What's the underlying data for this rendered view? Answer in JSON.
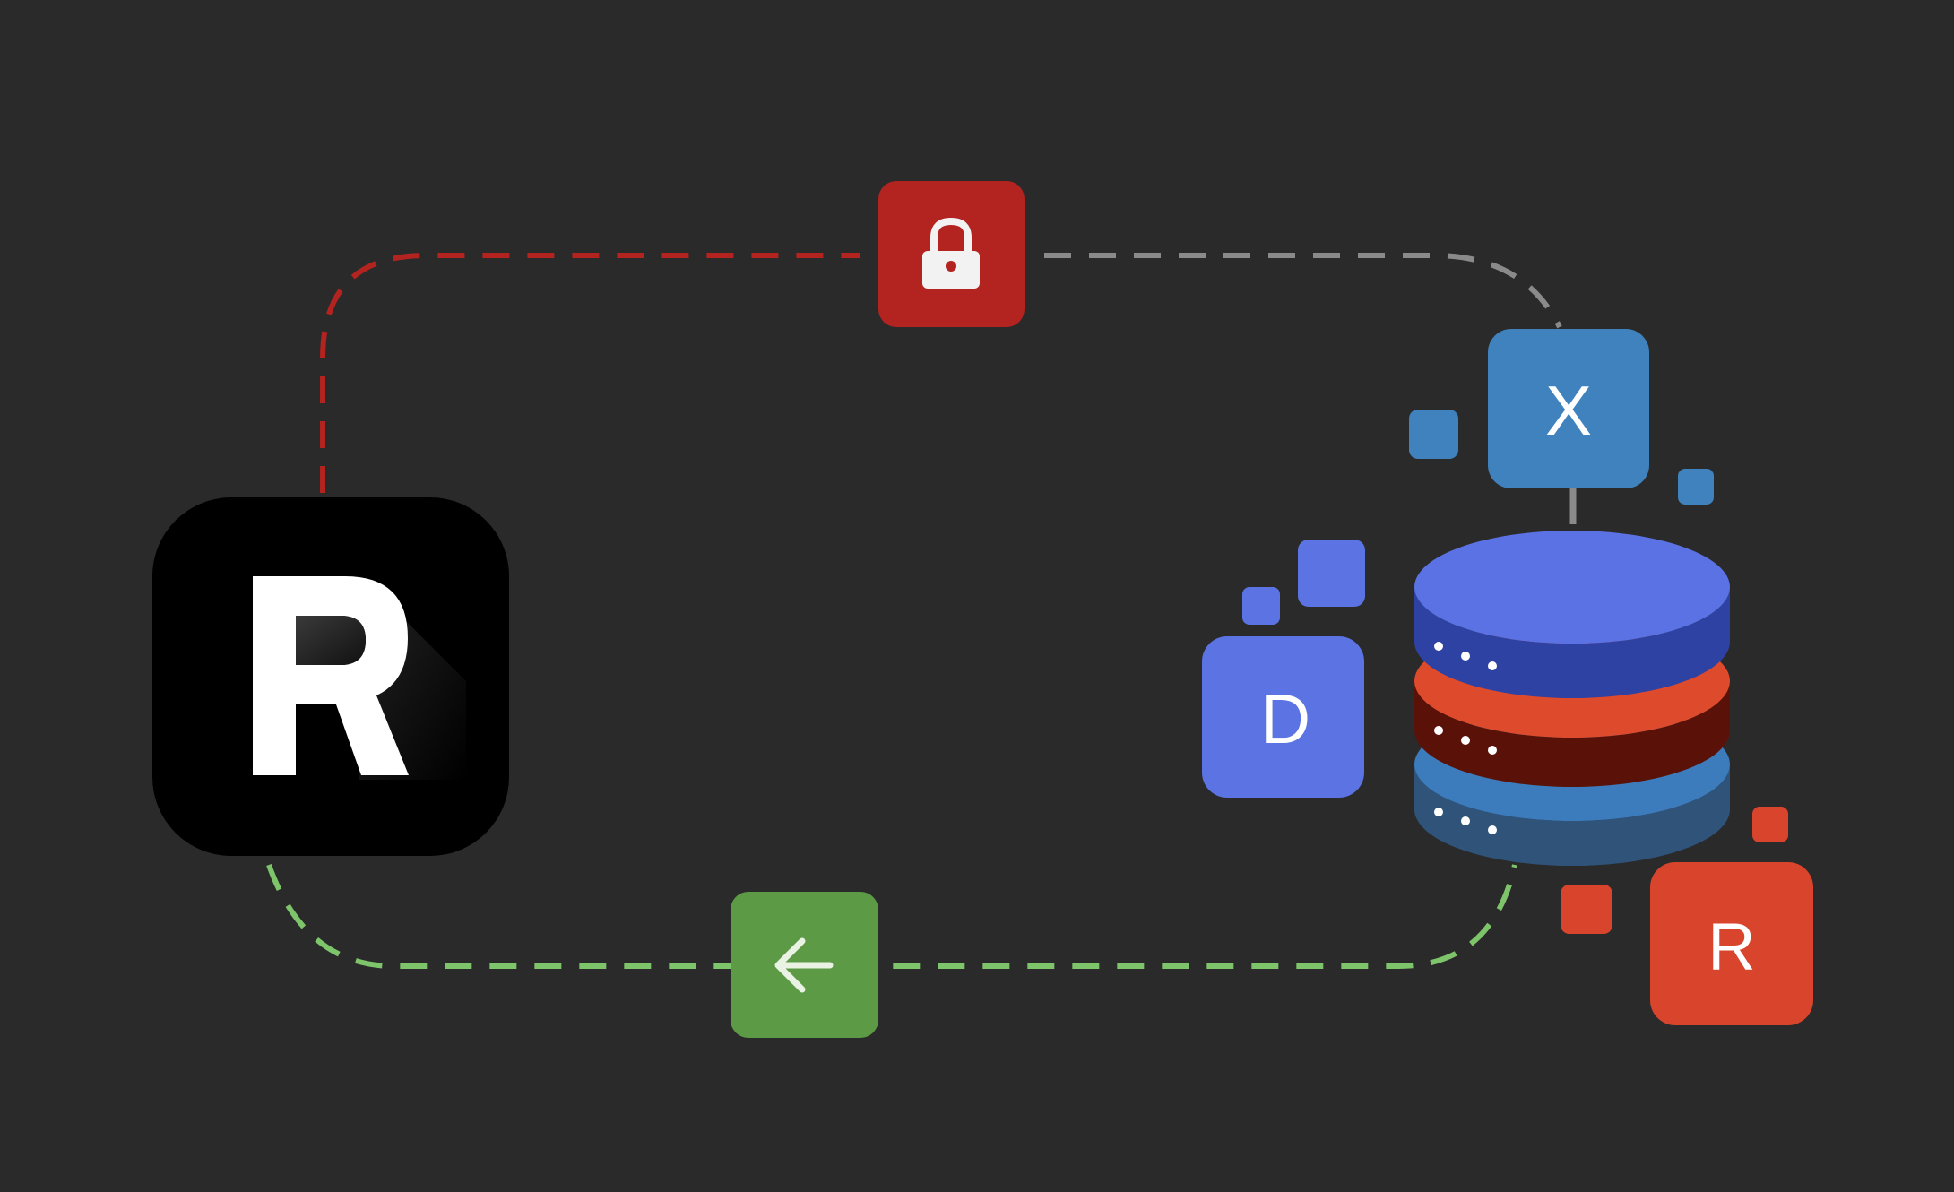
{
  "app_icon": {
    "letter": "R",
    "icon": "app-logo-icon"
  },
  "badges": {
    "x": {
      "letter": "X",
      "color": "#3f82bd"
    },
    "d": {
      "letter": "D",
      "color": "#5c74e3"
    },
    "r": {
      "letter": "R",
      "color": "#d9452c"
    }
  },
  "connectors": {
    "top_icon": "lock-icon",
    "top_color": "#b3231f",
    "bottom_icon": "arrow-left-icon",
    "bottom_color": "#5d9a45"
  },
  "database": {
    "icon": "database-icon",
    "layers": [
      {
        "top": "#5a72e4",
        "side": "#2e42a3"
      },
      {
        "top": "#de4a2c",
        "side": "#5a1208"
      },
      {
        "top": "#3c7cbc",
        "side": "#2a4a6e"
      }
    ]
  },
  "path_colors": {
    "secure": "#b3231f",
    "neutral": "#8a8a8a",
    "return": "#7ec46a"
  }
}
